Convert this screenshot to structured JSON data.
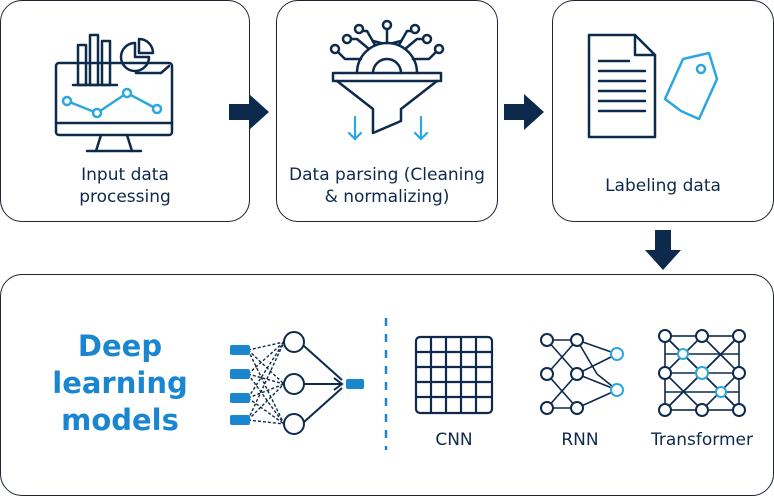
{
  "colors": {
    "navy": "#0d2a4d",
    "accent_blue": "#1a86d0",
    "light_blue": "#2aa7e0",
    "border": "#1b2530"
  },
  "steps": [
    {
      "label_line1": "Input data",
      "label_line2": "processing",
      "icon": "monitor-chart-icon"
    },
    {
      "label_line1": "Data parsing (Cleaning",
      "label_line2": "& normalizing)",
      "icon": "funnel-gear-icon"
    },
    {
      "label_line1": "Labeling data",
      "label_line2": "",
      "icon": "document-tag-icon"
    }
  ],
  "models_panel": {
    "title_lines": [
      "Deep",
      "learning",
      "models"
    ],
    "models": [
      {
        "label": "CNN",
        "icon": "cnn-grid-icon"
      },
      {
        "label": "RNN",
        "icon": "rnn-network-icon"
      },
      {
        "label": "Transformer",
        "icon": "transformer-network-icon"
      }
    ]
  }
}
